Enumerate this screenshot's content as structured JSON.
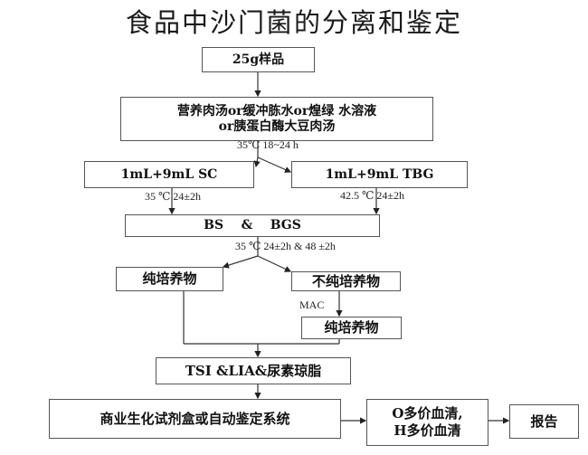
{
  "title": "食品中沙门菌的分离和鉴定",
  "nodes": {
    "sample": "25g样品",
    "pre_enrich_line1": "营养肉汤or缓冲胨水or煌绿 水溶液",
    "pre_enrich_line2": "or胰蛋白酶大豆肉汤",
    "sc": "1mL+9mL SC",
    "tbg": "1mL+9mL TBG",
    "bs_bgs": "BS    &    BGS",
    "pure_culture": "纯培养物",
    "impure_culture": "不纯培养物",
    "pure_culture_2": "纯培养物",
    "tsi": "TSI &LIA&尿素琼脂",
    "biochem": "商业生化试剂盒或自动鉴定系统",
    "serum_line1": "O多价血清,",
    "serum_line2": "H多价血清",
    "report": "报告"
  },
  "labels": {
    "pre_enrich_cond": "35℃ 18~24 h",
    "sc_cond": "35 ℃  24±2h",
    "tbg_cond": "42.5 ℃   24±2h",
    "plate_cond": "35 ℃  24±2h & 48 ±2h",
    "mac": "MAC"
  }
}
